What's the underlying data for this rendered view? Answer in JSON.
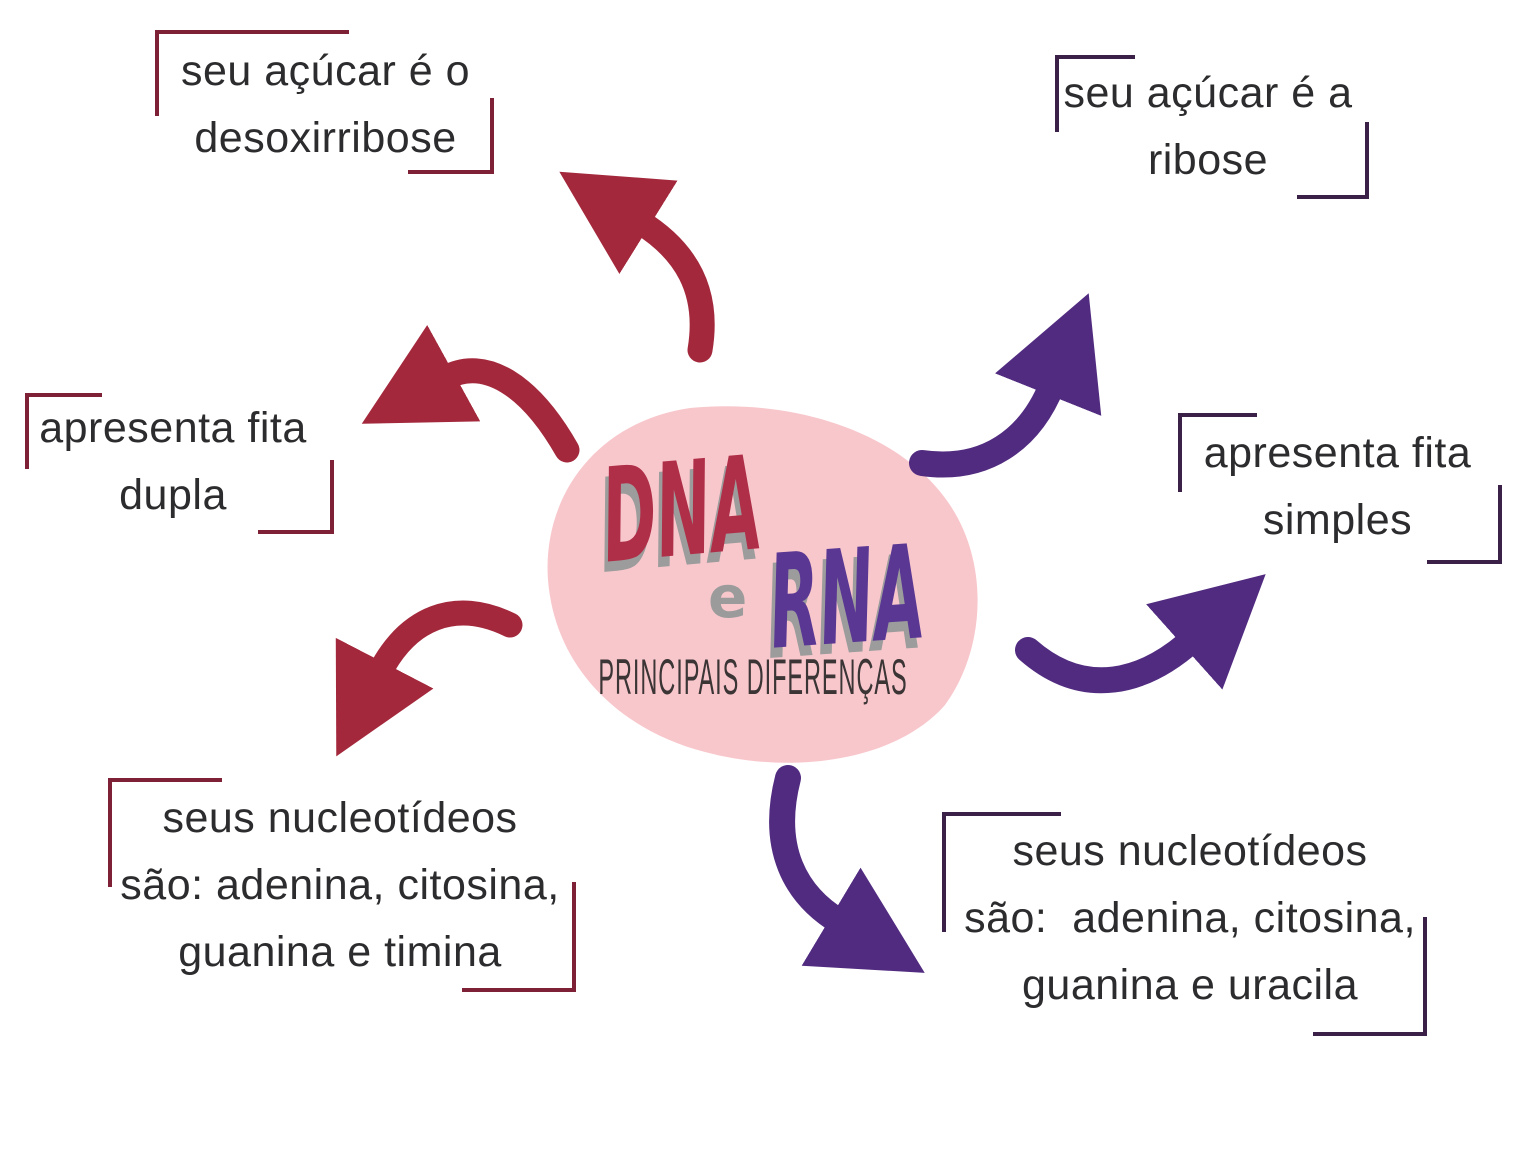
{
  "title": {
    "dna": "DNA",
    "conjunction": "e",
    "rna": "RNA",
    "subtitle": "PRINCIPAIS DIFERENÇAS"
  },
  "colors": {
    "blob_pink": "#f8c7cc",
    "arrow_red": "#a4283c",
    "arrow_purple": "#512b80",
    "bracket_red": "#7e2137",
    "bracket_purple": "#3b2048",
    "dna_red": "#b02f48",
    "rna_purple": "#5b3794",
    "conjunction_gray": "#9b9b9b",
    "text_dark": "#2c2c2e"
  },
  "dna_notes": [
    {
      "id": "sugar",
      "lines": [
        "seu açúcar é o",
        "desoxirribose"
      ]
    },
    {
      "id": "strand",
      "lines": [
        "apresenta fita",
        "dupla"
      ]
    },
    {
      "id": "nucleotides",
      "lines": [
        "seus nucleotídeos",
        "são: adenina, citosina,",
        "guanina e timina"
      ]
    }
  ],
  "rna_notes": [
    {
      "id": "sugar",
      "lines": [
        "seu açúcar é a",
        "ribose"
      ]
    },
    {
      "id": "strand",
      "lines": [
        "apresenta fita",
        "simples"
      ]
    },
    {
      "id": "nucleotides",
      "lines": [
        "seus nucleotídeos",
        "são:  adenina, citosina,",
        "guanina e uracila"
      ]
    }
  ]
}
